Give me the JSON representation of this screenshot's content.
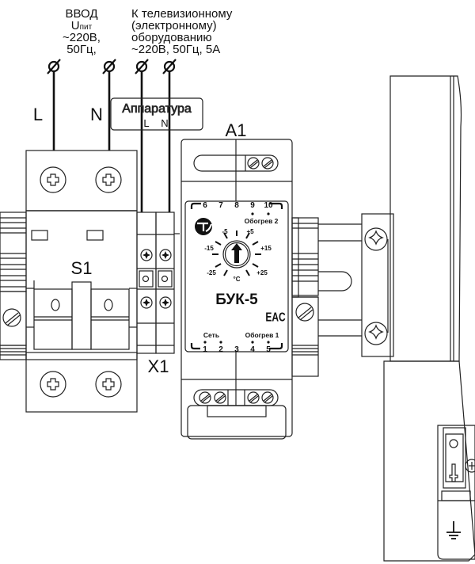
{
  "diagram": {
    "title": "Схема подключения БУК-5",
    "input_label": {
      "lines": [
        "ВВОД",
        "Uпит",
        "~220В,",
        "50Гц,"
      ],
      "subscript_base": "U",
      "subscript": "пит"
    },
    "output_label": {
      "lines": [
        "К телевизионному",
        "(электронному)",
        "оборудованию",
        "~220В, 50Гц, 5А"
      ]
    },
    "phase_label": "L",
    "neutral_label": "N",
    "equipment_tag": {
      "title": "Аппаратура",
      "terminal_l": "L",
      "terminal_n": "N"
    },
    "breaker_label": "S1",
    "terminal_block_label": "X1",
    "relay_label": "A1",
    "relay": {
      "model": "БУК-5",
      "certification_mark": "EAC",
      "top_terminals": [
        "6",
        "7",
        "8",
        "9",
        "10"
      ],
      "bottom_terminals": [
        "1",
        "2",
        "3",
        "4",
        "5"
      ],
      "heating2_label": "Обогрев 2",
      "heating1_label": "Обогрев 1",
      "mains_label": "Сеть",
      "dial": {
        "unit": "°С",
        "scale_labels": [
          "-25",
          "-15",
          "-5",
          "+5",
          "+15",
          "+25"
        ]
      }
    },
    "ground_symbol": "ground-icon"
  }
}
